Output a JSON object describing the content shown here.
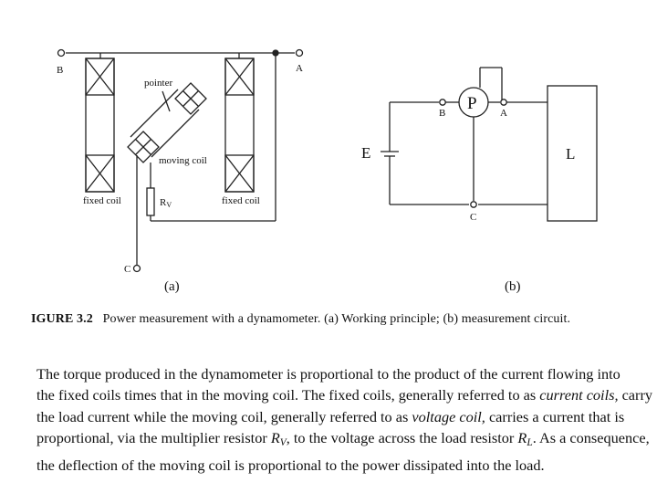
{
  "figure": {
    "panel_a": {
      "terminal_b": "B",
      "terminal_a": "A",
      "terminal_c": "C",
      "pointer_label": "pointer",
      "moving_coil_label": "moving coil",
      "fixed_coil_left_label": "fixed coil",
      "fixed_coil_right_label": "fixed coil",
      "resistor_label_main": "R",
      "resistor_label_sub": "V",
      "panel_label": "(a)"
    },
    "panel_b": {
      "source_label": "E",
      "meter_label": "P",
      "load_label": "L",
      "terminal_b": "B",
      "terminal_a": "A",
      "terminal_c": "C",
      "panel_label": "(b)"
    },
    "caption": {
      "number": "IGURE 3.2",
      "text": "Power measurement with a dynamometer. (a) Working principle; (b) measurement circuit."
    }
  },
  "body": {
    "l1": "The torque produced in the dynamometer is proportional to the product of the current flowing into",
    "l2_a": "the fixed coils times that in the moving coil. The fixed coils, generally referred to as ",
    "l2_i": "current coils,",
    "l2_b": " carry",
    "l3_a": "the load current while the moving coil, generally referred to as ",
    "l3_i": "voltage coil,",
    "l3_b": " carries a current that is",
    "l4_a": "proportional, via the multiplier resistor ",
    "l4_r1": "R",
    "l4_r1sub": "V",
    "l4_b": ", to the voltage across the load resistor ",
    "l4_r2": "R",
    "l4_r2sub": "L",
    "l4_c": ". As a consequence,",
    "l5": "the deflection of the moving coil is proportional to the power dissipated into the load."
  }
}
